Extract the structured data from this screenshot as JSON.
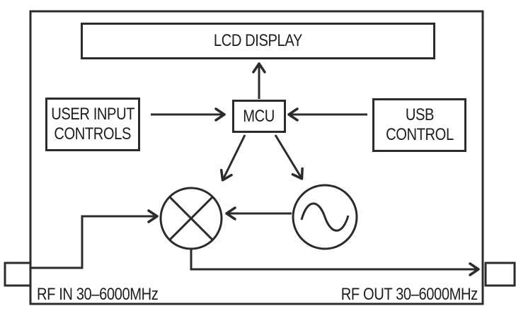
{
  "colors": {
    "line": "#2b2b2b",
    "text": "#1d1d1d",
    "background": "#ffffff"
  },
  "blocks": {
    "lcd": {
      "label": "LCD DISPLAY"
    },
    "user_input": {
      "line1": "USER INPUT",
      "line2": "CONTROLS"
    },
    "mcu": {
      "label": "MCU"
    },
    "usb": {
      "line1": "USB",
      "line2": "CONTROL"
    }
  },
  "symbols": {
    "mixer": "mixer-icon: circle with X cross",
    "oscillator": "oscillator-icon: circle with sine wave"
  },
  "ports": {
    "rf_in": "RF IN 30–6000MHz",
    "rf_out": "RF OUT 30–6000MHz"
  },
  "connections": [
    {
      "from": "mcu",
      "to": "lcd"
    },
    {
      "from": "user_input_controls",
      "to": "mcu"
    },
    {
      "from": "usb_control",
      "to": "mcu"
    },
    {
      "from": "mcu",
      "to": "mixer"
    },
    {
      "from": "mcu",
      "to": "oscillator"
    },
    {
      "from": "oscillator",
      "to": "mixer"
    },
    {
      "from": "rf_in_connector",
      "to": "mixer"
    },
    {
      "from": "mixer",
      "to": "rf_out_connector"
    }
  ]
}
